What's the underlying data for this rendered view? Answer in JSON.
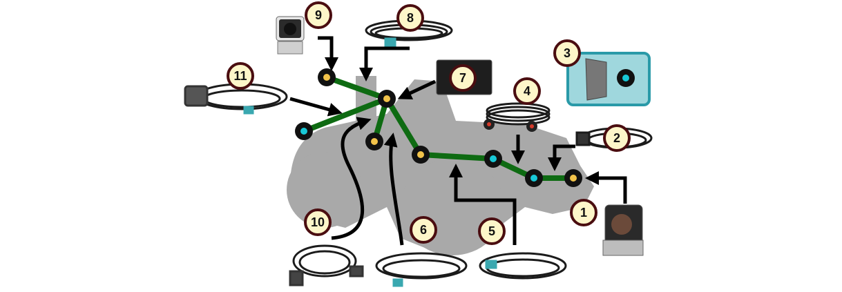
{
  "diagram": {
    "colors": {
      "tractor_silhouette": "#a9a9a9",
      "harness_line": "#0e6b12",
      "node_ring": "#111111",
      "node_yellow": "#f2c34a",
      "node_cyan": "#18c8d6",
      "badge_fill": "#fdf6c9",
      "badge_ring": "#4a0d10",
      "bracket_panel_fill": "#9fd7dd",
      "bracket_panel_border": "#2a9aa8",
      "cable_color": "#1b1b1b",
      "connector_teal": "#3aa8b0"
    },
    "callouts": [
      {
        "number": "1",
        "item": "camera"
      },
      {
        "number": "2",
        "item": "extension-cable"
      },
      {
        "number": "3",
        "item": "mounting-bracket"
      },
      {
        "number": "4",
        "item": "coiled-cable"
      },
      {
        "number": "5",
        "item": "harness-cable"
      },
      {
        "number": "6",
        "item": "split-cable"
      },
      {
        "number": "7",
        "item": "monitor"
      },
      {
        "number": "8",
        "item": "extension-cable"
      },
      {
        "number": "9",
        "item": "camera"
      },
      {
        "number": "10",
        "item": "power-cable"
      },
      {
        "number": "11",
        "item": "trailer-cable"
      }
    ]
  }
}
